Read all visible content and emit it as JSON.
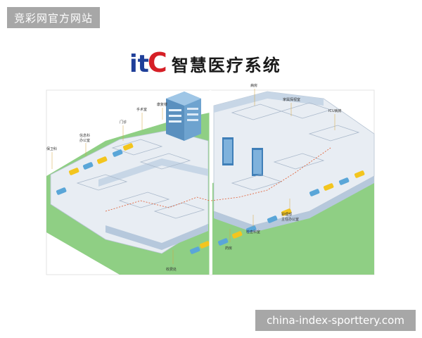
{
  "watermark_top": "竞彩网官方网站",
  "watermark_bottom": "china-index-sporttery.com",
  "header": {
    "logo_i": "i",
    "logo_t": "t",
    "logo_c": "C",
    "title": "智慧医疗系统"
  },
  "labels": {
    "rehab": "康复楼",
    "surgery": "手术室",
    "clinic": "门诊",
    "info_office_1": "信息科",
    "info_office_2": "办公室",
    "security": "保卫科",
    "ward": "病房",
    "family_visit": "家属探视室",
    "icu": "ICU病房",
    "nurse_station_1": "护理部",
    "nurse_station_2": "主任办公室",
    "exam_dept": "检查科室",
    "pharmacy": "药房",
    "toll": "收费处"
  },
  "colors": {
    "grass": "#8fcf84",
    "floor": "#e8edf3",
    "wall": "#c7d6e6",
    "glass": "#9fc6e6",
    "car_yellow": "#f3c51e",
    "car_blue": "#5aa6d8",
    "accent_red": "#d61f26",
    "dash": "#e0562a"
  }
}
